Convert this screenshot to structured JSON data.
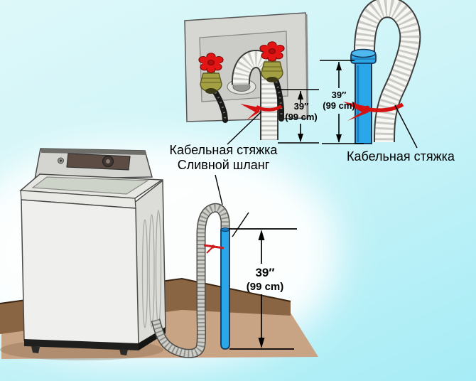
{
  "figure": {
    "description": "Washing machine drain hose installation diagram",
    "labels": {
      "cable_tie_center": "Кабельная стяжка",
      "drain_hose": "Сливной шланг",
      "cable_tie_right": "Кабельная стяжка"
    },
    "dimensions": {
      "wall": {
        "value_in": "39″",
        "value_cm": "(99 cm)"
      },
      "detail": {
        "value_in": "39″",
        "value_cm": "(99 cm)"
      },
      "main": {
        "value_in": "39″",
        "value_cm": "(99 cm)"
      }
    },
    "colors": {
      "background_top": "#def8f9",
      "background_bottom": "#a6ecf6",
      "standpipe_blue": "#2aa7e8",
      "valve_handle_red": "#e31414",
      "valve_body_brass": "#a3a043",
      "cable_tie_red": "#d51212",
      "floor_dark_brown": "#8a6543",
      "floor_tan": "#c9a484",
      "hose_white": "#f7f7f4",
      "hose_gray": "#cfcfca"
    }
  }
}
